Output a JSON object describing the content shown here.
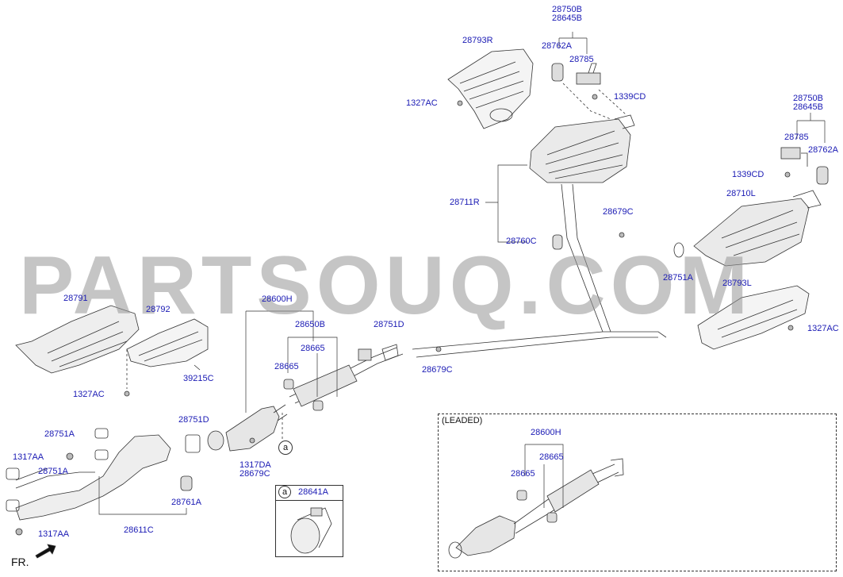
{
  "labels": {
    "p28750B_top": "28750B",
    "p28645B_top": "28645B",
    "p28793R": "28793R",
    "p28762A_top": "28762A",
    "p28785_top": "28785",
    "p1339CD_top": "1339CD",
    "p1327AC_top": "1327AC",
    "p28711R": "28711R",
    "p28760C": "28760C",
    "p28679C_mid": "28679C",
    "p28750B_right": "28750B",
    "p28645B_right": "28645B",
    "p28785_right": "28785",
    "p28762A_right": "28762A",
    "p1339CD_right": "1339CD",
    "p28710L": "28710L",
    "p28751A_right": "28751A",
    "p28793L": "28793L",
    "p1327AC_right": "1327AC",
    "p28791": "28791",
    "p28792": "28792",
    "p28600H": "28600H",
    "p28650B": "28650B",
    "p28751D_upper": "28751D",
    "p28665_a": "28665",
    "p28665_b": "28665",
    "p28679C_lower": "28679C",
    "p39215C": "39215C",
    "p1327AC_left": "1327AC",
    "p28751D_lower": "28751D",
    "p1317DA": "1317DA",
    "p28679C_bottom": "28679C",
    "p28751A_1": "28751A",
    "p1317AA_1": "1317AA",
    "p28751A_2": "28751A",
    "p28761A": "28761A",
    "p28611C": "28611C",
    "p1317AA_2": "1317AA",
    "p28641A": "28641A",
    "p28600H_leaded": "28600H",
    "p28665_leaded_a": "28665",
    "p28665_leaded_b": "28665"
  },
  "leaded_box_title": "(LEADED)",
  "callout_letter_main": "a",
  "callout_letter_box": "a",
  "direction_label": "FR.",
  "watermark": "PARTSOUQ.COM"
}
